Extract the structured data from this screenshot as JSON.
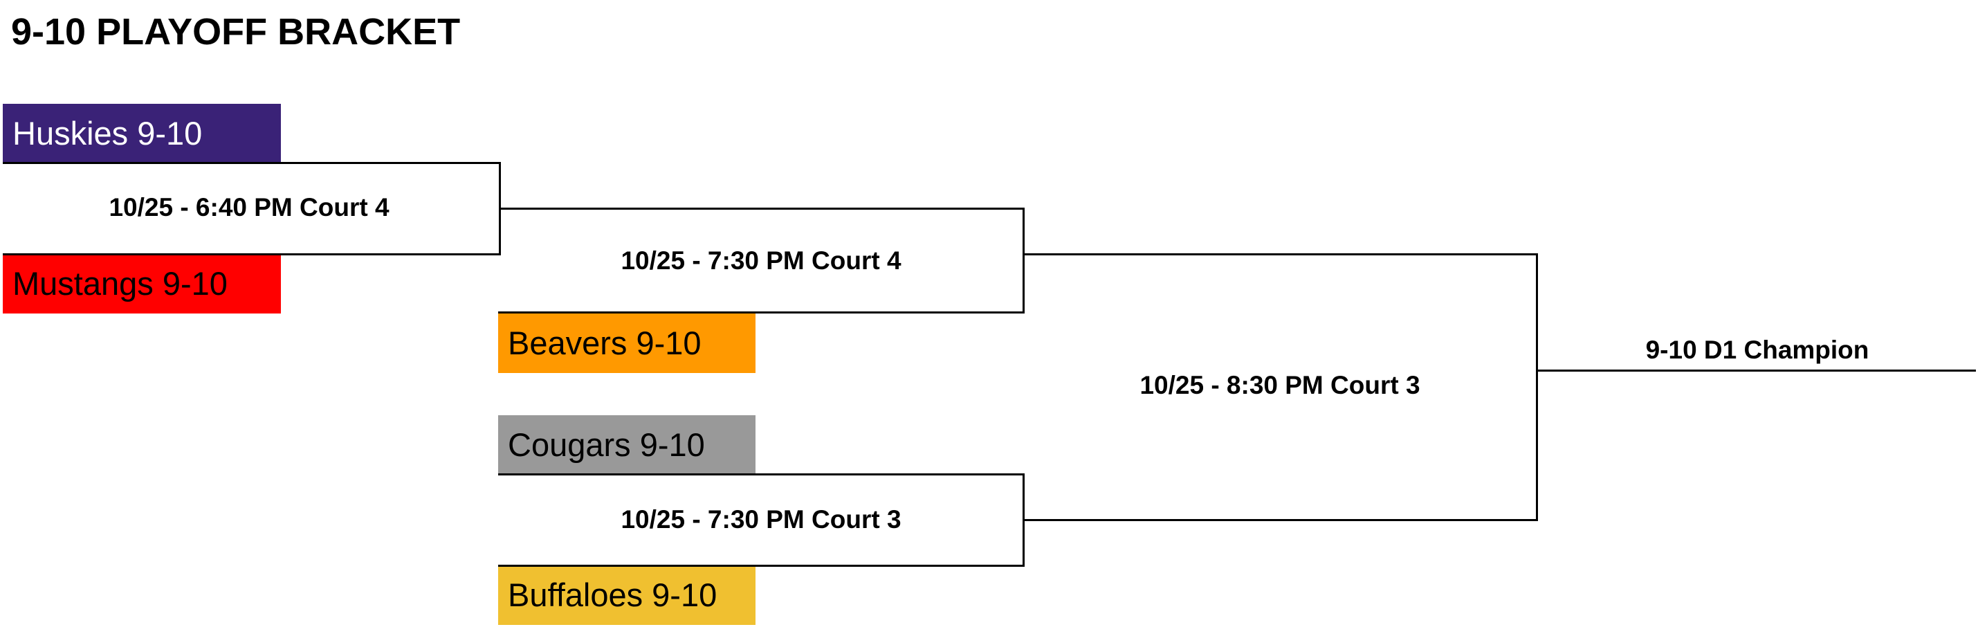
{
  "title": "9-10 PLAYOFF BRACKET",
  "colors": {
    "huskies": "#3a2277",
    "mustangs": "#ff0000",
    "beavers": "#ff9900",
    "cougars": "#999999",
    "buffaloes": "#f0c030",
    "line": "#000000"
  },
  "teams": {
    "huskies": "Huskies 9-10",
    "mustangs": "Mustangs 9-10",
    "beavers": "Beavers 9-10",
    "cougars": "Cougars 9-10",
    "buffaloes": "Buffaloes 9-10"
  },
  "games": {
    "round1": "10/25 - 6:40 PM Court 4",
    "semi_top": "10/25 - 7:30 PM Court 4",
    "semi_bottom": "10/25 - 7:30 PM Court 3",
    "final": "10/25 - 8:30 PM Court 3"
  },
  "champion_label": "9-10 D1 Champion"
}
